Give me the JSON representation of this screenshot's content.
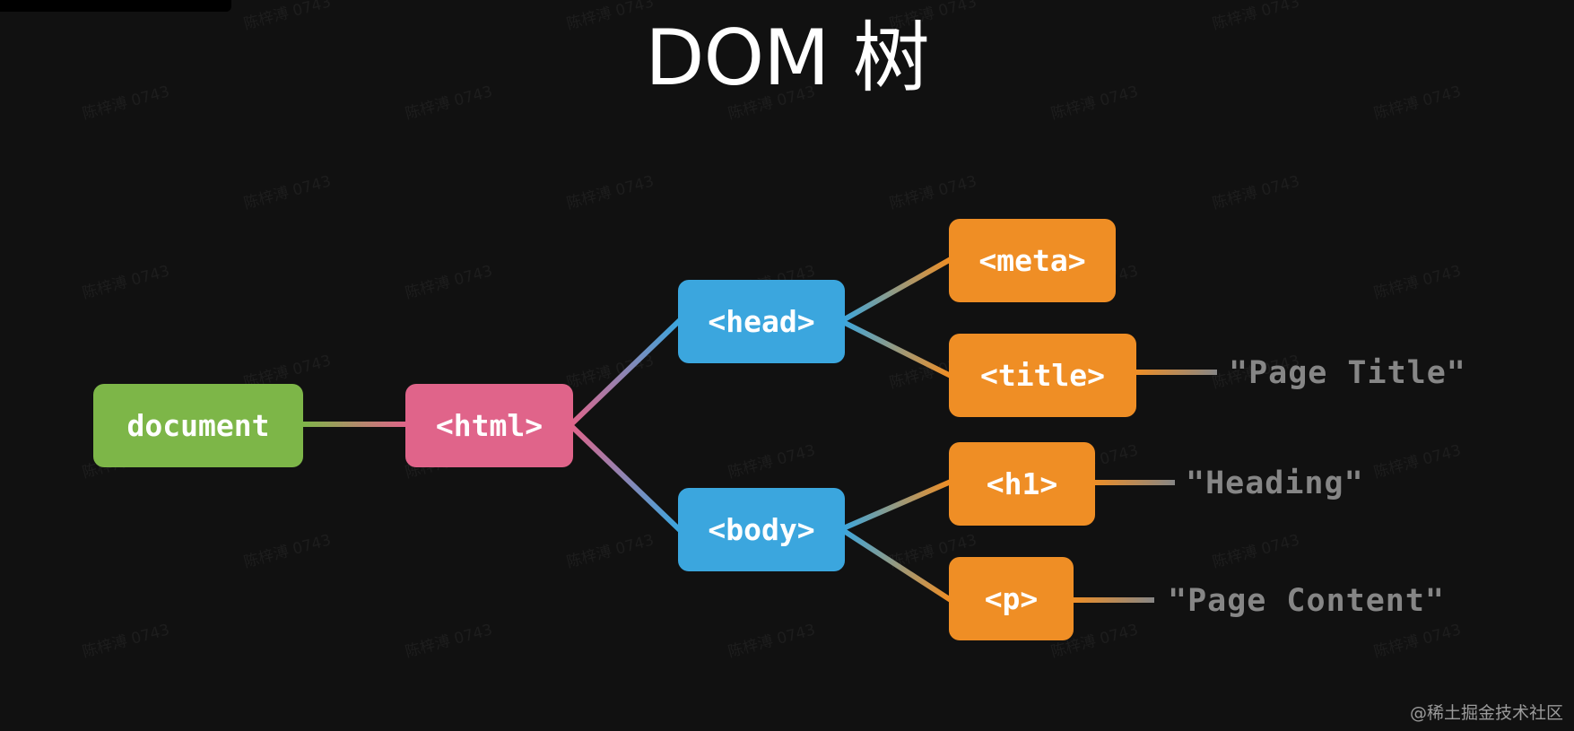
{
  "title": "DOM 树",
  "nodes": {
    "document": "document",
    "html": "<html>",
    "head": "<head>",
    "body": "<body>",
    "meta": "<meta>",
    "title": "<title>",
    "h1": "<h1>",
    "p": "<p>"
  },
  "text_nodes": {
    "page_title": "\"Page Title\"",
    "heading": "\"Heading\"",
    "page_content": "\"Page Content\""
  },
  "watermark": "陈梓溥 0743",
  "attribution": "@稀土掘金技术社区",
  "colors": {
    "background": "#111111",
    "document": "#7db648",
    "html": "#e0648a",
    "head_body": "#3ba6de",
    "leaf_elements": "#ef8e25",
    "text_nodes": "#868686"
  }
}
